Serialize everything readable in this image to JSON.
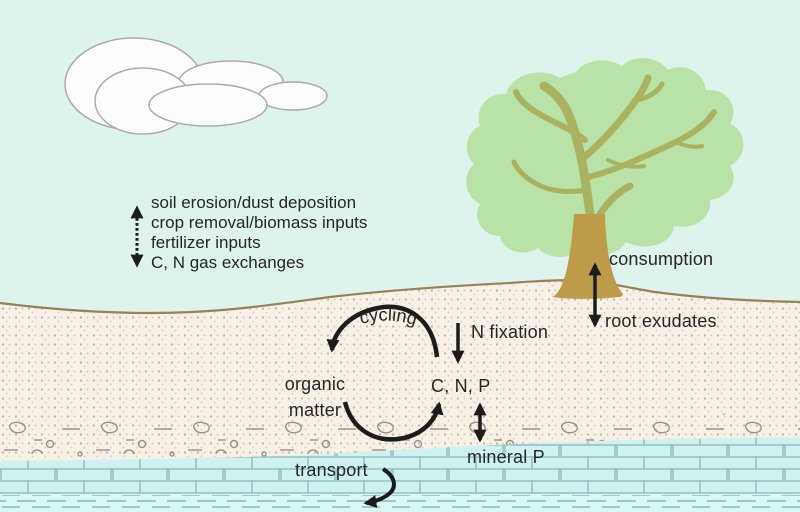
{
  "colors": {
    "sky": "#def3ec",
    "soil": "#f7f0e6",
    "surface_line": "#97805c",
    "water": "#cdf2f0",
    "water_bottom_layer": "#d9f7f5",
    "cloud_fill": "#fdfdfd",
    "canopy": "#b9e2a6",
    "branches": "#a9b260",
    "trunk": "#bd9b48",
    "arrow": "#1c1c1c",
    "text": "#262626"
  },
  "atmosphere_fluxes": {
    "lines": [
      "soil erosion/dust deposition",
      "crop removal/biomass inputs",
      "fertilizer inputs",
      "C, N gas exchanges"
    ]
  },
  "soil_cycle": {
    "cycling_label": "cycling",
    "n_fixation_label": "N fixation",
    "organic_matter_line1": "organic",
    "organic_matter_line2": "matter",
    "nutrient_pool_label": "C, N, P",
    "mineral_p_label": "mineral P",
    "transport_label": "transport"
  },
  "tree": {
    "consumption_label": "consumption",
    "root_exudates_label": "root exudates"
  }
}
